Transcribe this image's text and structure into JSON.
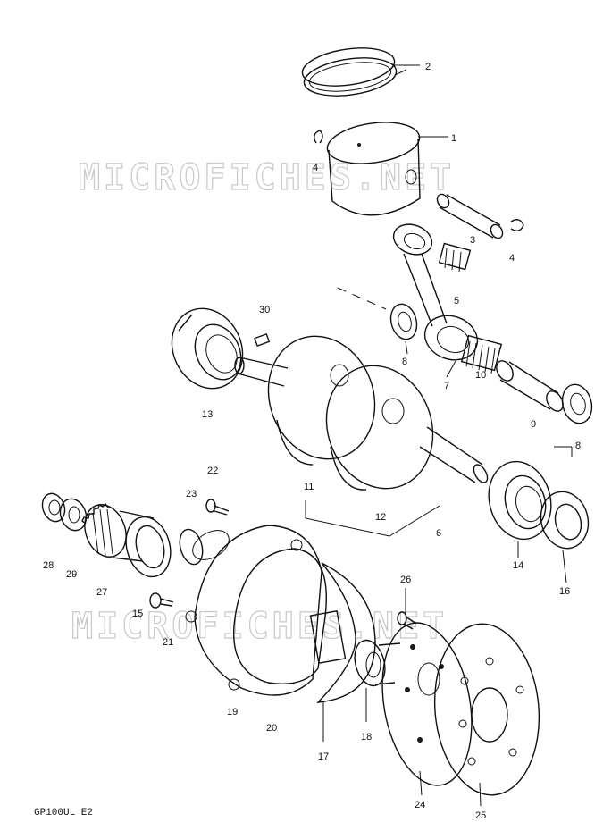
{
  "watermark": {
    "top_text": "MICROFICHES.NET",
    "bottom_text": "MICROFICHES.NET"
  },
  "footer": {
    "model_code": "GP100UL E2"
  },
  "parts": {
    "p1": "1",
    "p2": "2",
    "p3": "3",
    "p4a": "4",
    "p4b": "4",
    "p5": "5",
    "p6": "6",
    "p7": "7",
    "p8a": "8",
    "p8b": "8",
    "p9": "9",
    "p10": "10",
    "p11": "11",
    "p12": "12",
    "p13": "13",
    "p14": "14",
    "p15": "15",
    "p16": "16",
    "p17": "17",
    "p18": "18",
    "p19": "19",
    "p20": "20",
    "p21": "21",
    "p22": "22",
    "p23": "23",
    "p24": "24",
    "p25": "25",
    "p26": "26",
    "p27": "27",
    "p28": "28",
    "p29": "29",
    "p30": "30"
  }
}
